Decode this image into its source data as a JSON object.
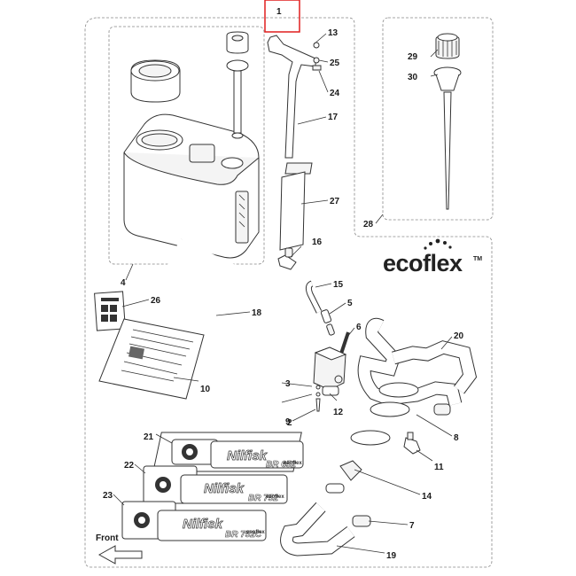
{
  "brand": {
    "name": "ecoflex",
    "tm": "TM"
  },
  "front_label": "Front",
  "decal_text": {
    "brand": "Nilfisk",
    "eco": "ecoflex",
    "models": [
      "BR 652",
      "BR 752",
      "BR 752C"
    ]
  },
  "callouts": {
    "c1": "1",
    "c2": "2",
    "c3": "3",
    "c4": "4",
    "c5": "5",
    "c6": "6",
    "c7": "7",
    "c8": "8",
    "c9": "9",
    "c10": "10",
    "c11": "11",
    "c12": "12",
    "c13": "13",
    "c14": "14",
    "c15": "15",
    "c16": "16",
    "c17": "17",
    "c18": "18",
    "c19": "19",
    "c20": "20",
    "c21": "21",
    "c22": "22",
    "c23": "23",
    "c24": "24",
    "c25": "25",
    "c26": "26",
    "c27": "27",
    "c28": "28",
    "c29": "29",
    "c30": "30"
  },
  "colors": {
    "highlight_box": "#e01e1e",
    "line": "#333333",
    "dashed": "#888888"
  }
}
